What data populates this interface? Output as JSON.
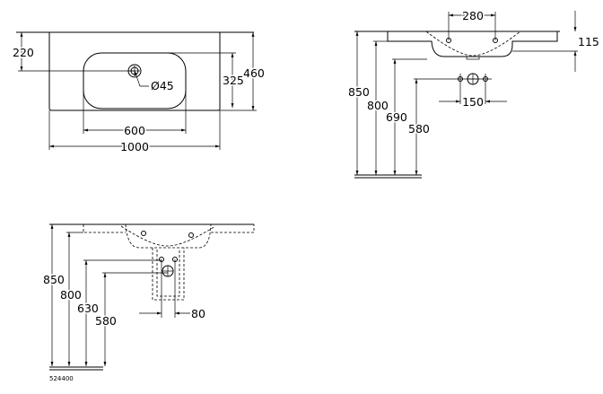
{
  "top_view": {
    "d_220": "220",
    "d_460": "460",
    "d_325": "325",
    "d_600": "600",
    "d_1000": "1000",
    "drain": "Ø45"
  },
  "side_view": {
    "d_280": "280",
    "d_115": "115",
    "d_850": "850",
    "d_800": "800",
    "d_690": "690",
    "d_580": "580",
    "d_150": "150"
  },
  "pedestal_view": {
    "d_850": "850",
    "d_800": "800",
    "d_630": "630",
    "d_580": "580",
    "d_80": "80",
    "code": "524400"
  }
}
